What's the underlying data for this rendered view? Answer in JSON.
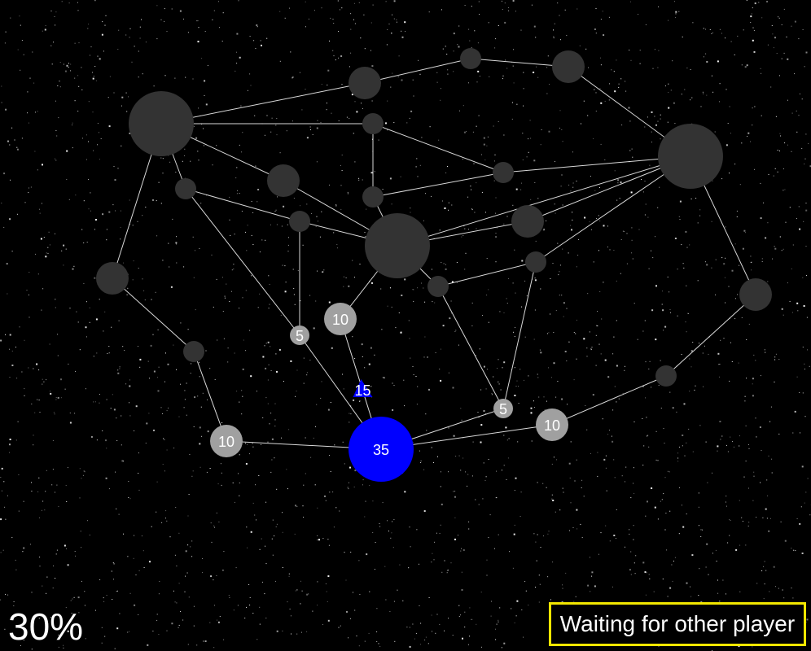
{
  "game": {
    "progress_label": "30%",
    "status_label": "Waiting for other player",
    "colors": {
      "player": "#0000ff",
      "neutral": "#a0a0a0",
      "unexplored": "#333333",
      "connection": "#ffffff",
      "status_border": "#f2e600",
      "background": "#000000"
    },
    "planets": [
      {
        "id": "p1",
        "owner": "unexplored",
        "size": "large",
        "label": ""
      },
      {
        "id": "p2",
        "owner": "unexplored",
        "size": "medium",
        "label": ""
      },
      {
        "id": "p3",
        "owner": "unexplored",
        "size": "small",
        "label": ""
      },
      {
        "id": "p4",
        "owner": "unexplored",
        "size": "medium",
        "label": ""
      },
      {
        "id": "p5",
        "owner": "unexplored",
        "size": "large",
        "label": ""
      },
      {
        "id": "p6",
        "owner": "unexplored",
        "size": "small",
        "label": ""
      },
      {
        "id": "p7",
        "owner": "unexplored",
        "size": "small",
        "label": ""
      },
      {
        "id": "p8",
        "owner": "unexplored",
        "size": "medium",
        "label": ""
      },
      {
        "id": "p9",
        "owner": "unexplored",
        "size": "small",
        "label": ""
      },
      {
        "id": "p10",
        "owner": "unexplored",
        "size": "small",
        "label": ""
      },
      {
        "id": "p11",
        "owner": "unexplored",
        "size": "small",
        "label": ""
      },
      {
        "id": "p12",
        "owner": "unexplored",
        "size": "large",
        "label": ""
      },
      {
        "id": "p13",
        "owner": "unexplored",
        "size": "medium",
        "label": ""
      },
      {
        "id": "p14",
        "owner": "unexplored",
        "size": "small",
        "label": ""
      },
      {
        "id": "p15",
        "owner": "unexplored",
        "size": "medium",
        "label": ""
      },
      {
        "id": "p16",
        "owner": "unexplored",
        "size": "small",
        "label": ""
      },
      {
        "id": "p17",
        "owner": "unexplored",
        "size": "medium",
        "label": ""
      },
      {
        "id": "p18",
        "owner": "unexplored",
        "size": "small",
        "label": ""
      },
      {
        "id": "p19",
        "owner": "neutral",
        "size": "medium",
        "label": "10"
      },
      {
        "id": "p20",
        "owner": "neutral",
        "size": "small",
        "label": "5"
      },
      {
        "id": "p21",
        "owner": "unexplored",
        "size": "small",
        "label": ""
      },
      {
        "id": "p22",
        "owner": "neutral",
        "size": "medium",
        "label": "10"
      },
      {
        "id": "p23",
        "owner": "player",
        "size": "large",
        "label": "35"
      },
      {
        "id": "p24",
        "owner": "neutral",
        "size": "small",
        "label": "5"
      },
      {
        "id": "p25",
        "owner": "neutral",
        "size": "medium",
        "label": "10"
      },
      {
        "id": "p26",
        "owner": "unexplored",
        "size": "small",
        "label": ""
      },
      {
        "id": "p27",
        "owner": "unexplored",
        "size": "medium",
        "label": ""
      }
    ],
    "connections": [
      [
        "p1",
        "p2"
      ],
      [
        "p1",
        "p3"
      ],
      [
        "p1",
        "p4"
      ],
      [
        "p1",
        "p6"
      ],
      [
        "p1",
        "p7"
      ],
      [
        "p2",
        "p3"
      ],
      [
        "p2",
        "p5"
      ],
      [
        "p3",
        "p5"
      ],
      [
        "p4",
        "p5"
      ],
      [
        "p4",
        "p8"
      ],
      [
        "p5",
        "p9"
      ],
      [
        "p5",
        "p10"
      ],
      [
        "p5",
        "p11"
      ],
      [
        "p5",
        "p12"
      ],
      [
        "p5",
        "p13"
      ],
      [
        "p6",
        "p7"
      ],
      [
        "p6",
        "p8"
      ],
      [
        "p6",
        "p16"
      ],
      [
        "p6",
        "p20"
      ],
      [
        "p7",
        "p8"
      ],
      [
        "p7",
        "p9"
      ],
      [
        "p8",
        "p11"
      ],
      [
        "p8",
        "p12"
      ],
      [
        "p9",
        "p10"
      ],
      [
        "p9",
        "p11"
      ],
      [
        "p11",
        "p12"
      ],
      [
        "p11",
        "p13"
      ],
      [
        "p11",
        "p14"
      ],
      [
        "p12",
        "p15"
      ],
      [
        "p12",
        "p19"
      ],
      [
        "p12",
        "p18"
      ],
      [
        "p13",
        "p16"
      ],
      [
        "p13",
        "p18"
      ],
      [
        "p13",
        "p17"
      ],
      [
        "p14",
        "p17"
      ],
      [
        "p14",
        "p23"
      ],
      [
        "p15",
        "p20"
      ],
      [
        "p15",
        "p21"
      ],
      [
        "p15",
        "p24"
      ],
      [
        "p16",
        "p17"
      ],
      [
        "p16",
        "p23"
      ],
      [
        "p18",
        "p24"
      ],
      [
        "p19",
        "p23"
      ],
      [
        "p20",
        "p23"
      ],
      [
        "p21",
        "p22"
      ],
      [
        "p22",
        "p23"
      ],
      [
        "p23",
        "p24"
      ],
      [
        "p23",
        "p25"
      ],
      [
        "p25",
        "p26"
      ],
      [
        "p26",
        "p27"
      ],
      [
        "p27",
        "p5"
      ]
    ],
    "fleets": [
      {
        "id": "f1",
        "owner": "player",
        "label": "15",
        "from": "p22",
        "to": "p23",
        "progress": 0.55
      }
    ]
  }
}
